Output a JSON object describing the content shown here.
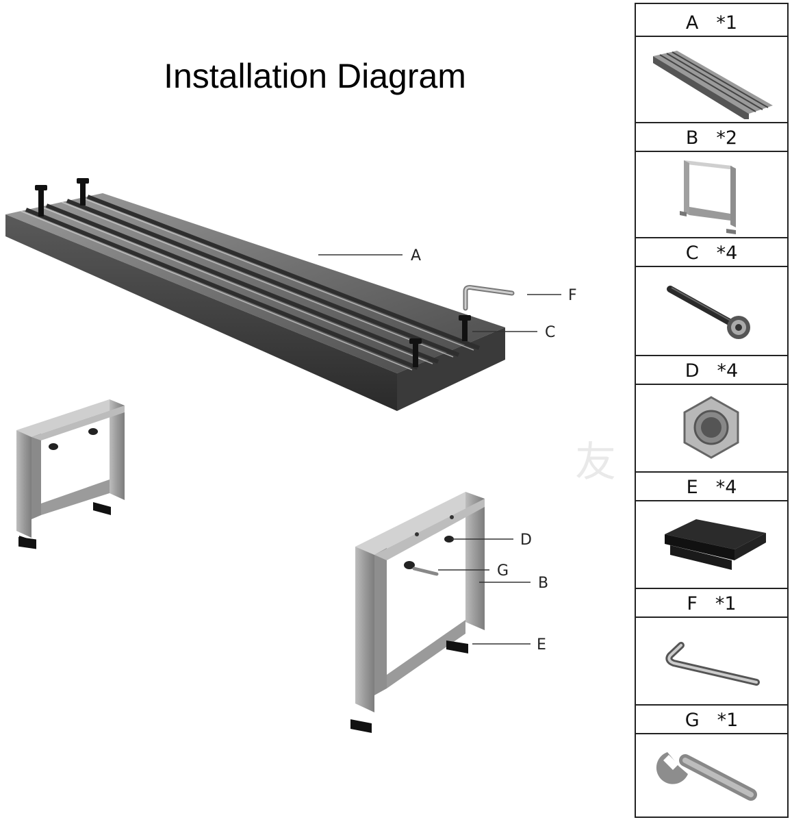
{
  "title": "Installation Diagram",
  "callouts": {
    "A": "A",
    "B": "B",
    "C": "C",
    "D": "D",
    "E": "E",
    "F": "F",
    "G": "G"
  },
  "parts": [
    {
      "letter": "A",
      "qty": "*1",
      "icon": "tabletop-icon"
    },
    {
      "letter": "B",
      "qty": "*2",
      "icon": "leg-frame-icon"
    },
    {
      "letter": "C",
      "qty": "*4",
      "icon": "bolt-icon"
    },
    {
      "letter": "D",
      "qty": "*4",
      "icon": "hex-nut-icon"
    },
    {
      "letter": "E",
      "qty": "*4",
      "icon": "foot-pad-icon"
    },
    {
      "letter": "F",
      "qty": "*1",
      "icon": "allen-key-icon"
    },
    {
      "letter": "G",
      "qty": "*1",
      "icon": "wrench-icon"
    }
  ],
  "watermark": "友"
}
